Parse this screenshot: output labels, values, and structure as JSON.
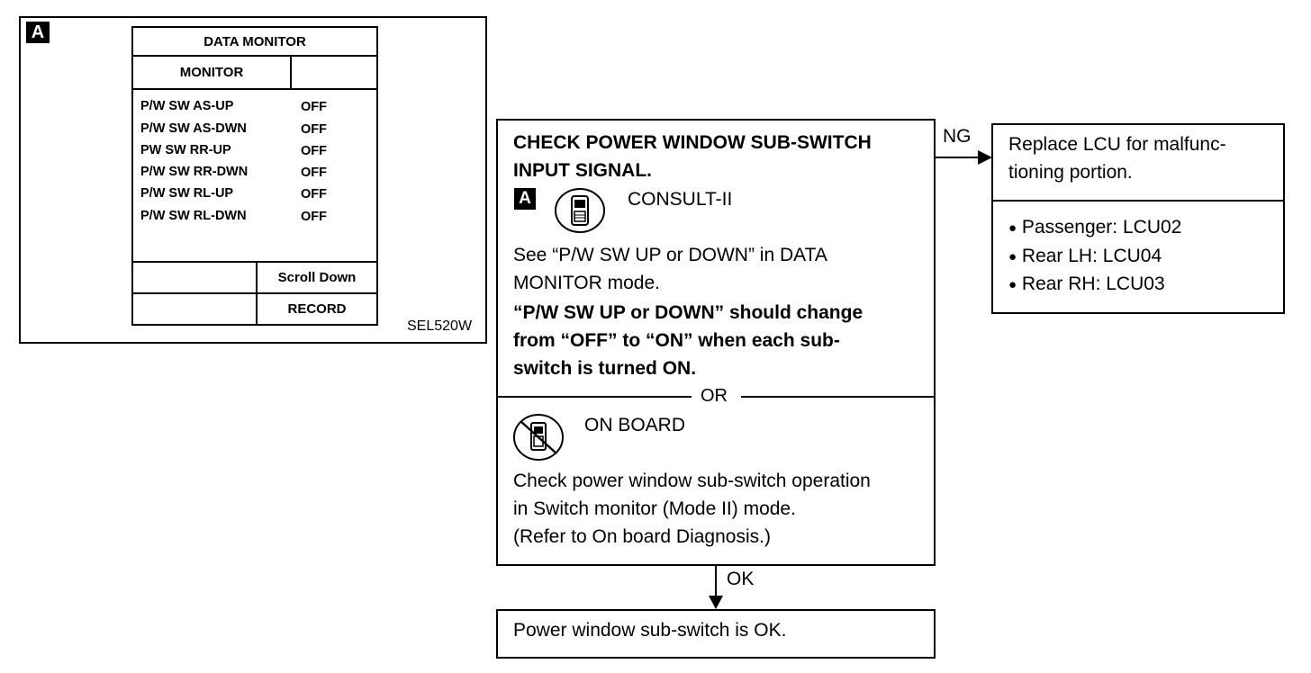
{
  "figure_id": "SEL520W",
  "badge_letter": "A",
  "data_monitor": {
    "title": "DATA MONITOR",
    "header": "MONITOR",
    "rows": [
      {
        "label": "P/W SW AS-UP",
        "value": "OFF"
      },
      {
        "label": "P/W SW AS-DWN",
        "value": "OFF"
      },
      {
        "label": "PW SW RR-UP",
        "value": "OFF"
      },
      {
        "label": "P/W SW RR-DWN",
        "value": "OFF"
      },
      {
        "label": "P/W SW RL-UP",
        "value": "OFF"
      },
      {
        "label": "P/W SW RL-DWN",
        "value": "OFF"
      }
    ],
    "scroll_label": "Scroll Down",
    "record_label": "RECORD"
  },
  "check_box": {
    "title_line1": "CHECK POWER WINDOW SUB-SWITCH",
    "title_line2": "INPUT SIGNAL.",
    "consult_label": "CONSULT-II",
    "see_line1": "See “P/W SW UP or DOWN” in DATA",
    "see_line2": "MONITOR mode.",
    "bold_line1": "“P/W SW UP or DOWN” should change",
    "bold_line2": "from “OFF” to “ON” when each sub-",
    "bold_line3": "switch is turned ON.",
    "or_label": "OR",
    "onboard_label": "ON BOARD",
    "onboard_line1": "Check power window sub-switch operation",
    "onboard_line2": "in Switch monitor (Mode II) mode.",
    "onboard_line3": "(Refer to On board Diagnosis.)"
  },
  "ng_label": "NG",
  "ok_label": "OK",
  "replace_box": {
    "line1": "Replace LCU for malfunc-",
    "line2": "tioning portion.",
    "items": [
      "Passenger: LCU02",
      "Rear LH: LCU04",
      "Rear RH: LCU03"
    ]
  },
  "result_box": {
    "text": "Power window sub-switch is OK."
  }
}
